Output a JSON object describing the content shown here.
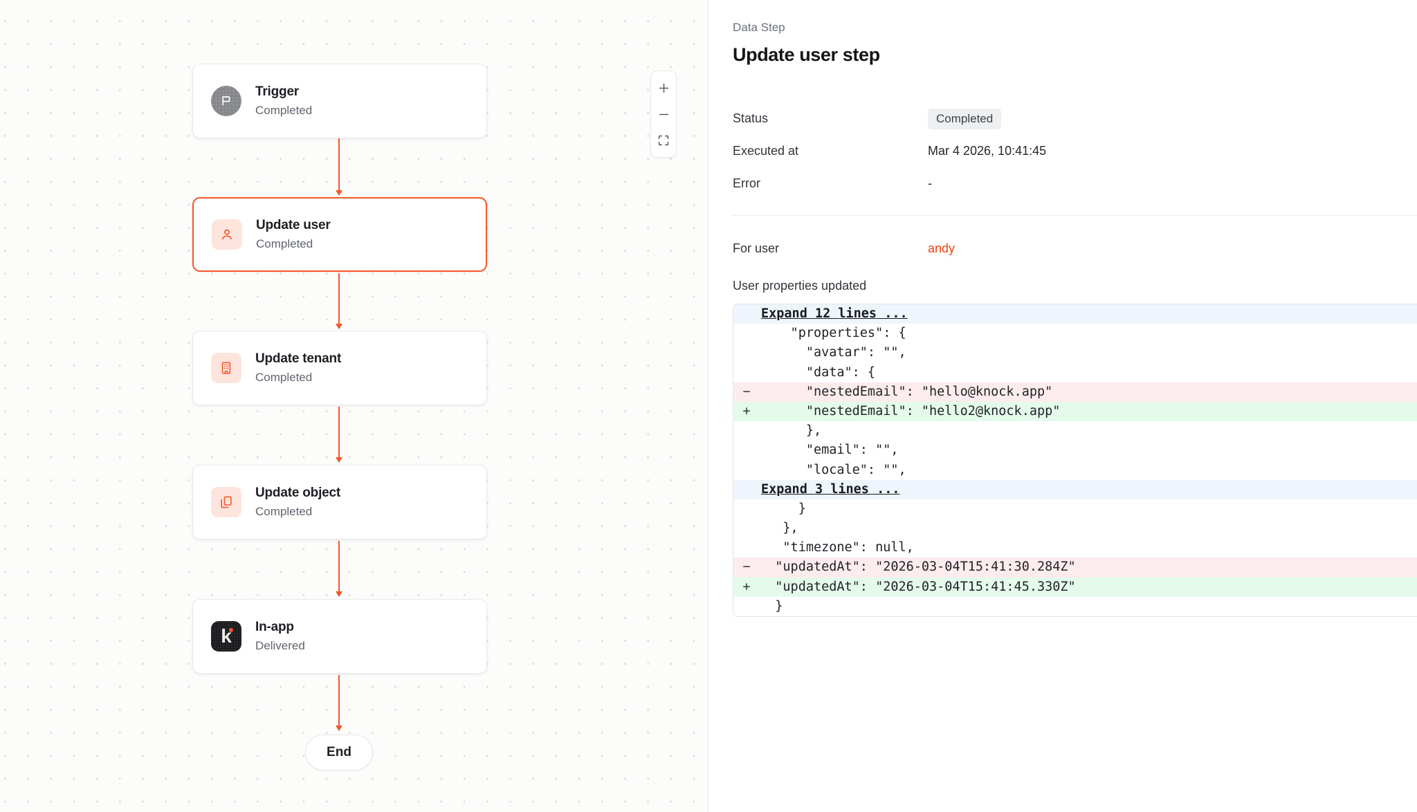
{
  "canvas": {
    "zoom_controls": {
      "zoom_in_label": "+",
      "zoom_out_label": "−",
      "fit_view_label": "fit"
    },
    "nodes": [
      {
        "title": "Trigger",
        "status": "Completed",
        "icon": "flag-icon",
        "selected": false
      },
      {
        "title": "Update user",
        "status": "Completed",
        "icon": "user-icon",
        "selected": true
      },
      {
        "title": "Update tenant",
        "status": "Completed",
        "icon": "building-icon",
        "selected": false
      },
      {
        "title": "Update object",
        "status": "Completed",
        "icon": "copy-icon",
        "selected": false
      },
      {
        "title": "In-app",
        "status": "Delivered",
        "icon": "knock-logo-icon",
        "selected": false
      }
    ],
    "end_node_label": "End"
  },
  "panel": {
    "eyebrow": "Data Step",
    "title": "Update user step",
    "meta": [
      {
        "label": "Status",
        "value": "Completed"
      },
      {
        "label": "Executed at",
        "value": "Mar 4 2026, 10:41:45"
      },
      {
        "label": "Error",
        "value": "-"
      }
    ],
    "for_user_label": "For user",
    "for_user_value": "andy",
    "properties_heading": "User properties updated",
    "diff": [
      {
        "type": "expand",
        "sign": "",
        "code": "Expand 12 lines ..."
      },
      {
        "type": "ctx",
        "sign": "",
        "code": "    \"properties\": {"
      },
      {
        "type": "ctx",
        "sign": "",
        "code": "      \"avatar\": \"\","
      },
      {
        "type": "ctx",
        "sign": "",
        "code": "      \"data\": {"
      },
      {
        "type": "del",
        "sign": "−",
        "code": "      \"nestedEmail\": \"hello@knock.app\""
      },
      {
        "type": "add",
        "sign": "+",
        "code": "      \"nestedEmail\": \"hello2@knock.app\""
      },
      {
        "type": "ctx",
        "sign": "",
        "code": "      },"
      },
      {
        "type": "ctx",
        "sign": "",
        "code": "      \"email\": \"\","
      },
      {
        "type": "ctx",
        "sign": "",
        "code": "      \"locale\": \"\","
      },
      {
        "type": "expand",
        "sign": "",
        "code": "Expand 3 lines ..."
      },
      {
        "type": "ctx",
        "sign": "",
        "code": "     }"
      },
      {
        "type": "ctx",
        "sign": "",
        "code": "   },"
      },
      {
        "type": "ctx",
        "sign": "",
        "code": "   \"timezone\": null,"
      },
      {
        "type": "del",
        "sign": "−",
        "code": "  \"updatedAt\": \"2026-03-04T15:41:30.284Z\""
      },
      {
        "type": "add",
        "sign": "+",
        "code": "  \"updatedAt\": \"2026-03-04T15:41:45.330Z\""
      },
      {
        "type": "ctx",
        "sign": "",
        "code": "  }"
      }
    ]
  },
  "colors": {
    "accent": "#f3552c",
    "link": "#f4400f",
    "diff_add_bg": "#e4fbec",
    "diff_del_bg": "#fdecee",
    "diff_expand_bg": "#eef5fd",
    "canvas_bg": "#fcfcfa"
  }
}
